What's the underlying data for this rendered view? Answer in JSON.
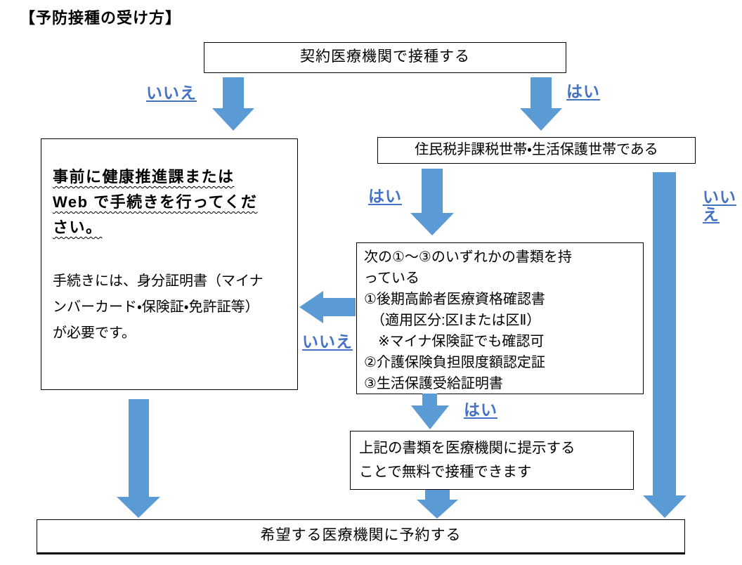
{
  "title": "【予防接種の受け方】",
  "colors": {
    "arrow_blue": "#5B9BD5",
    "label_blue": "#4472C4",
    "box_border": "#000000"
  },
  "boxes": {
    "start": "契約医療機関で接種する",
    "household": "住民税非課税世帯・生活保護世帯である",
    "procedure_main": "事前に健康推進課または\nWeb で手続きを行ってくだ\nさい。",
    "procedure_note": "手続きには、身分証明書（マイナ\nンバーカード・保険証・免許証等）\nが必要です。",
    "documents": "次の①～③のいずれかの書類を持\nっている\n①後期高齢者医療資格確認書\n　（適用区分:区Ⅰまたは区Ⅱ）\n　※マイナ保険証でも確認可\n②介護保険負担限度額認定証\n③生活保護受給証明書",
    "free": "上記の書類を医療機関に提示する\nことで無料で接種できます",
    "reserve": "希望する医療機関に予約する"
  },
  "labels": {
    "start_no": "いいえ",
    "start_yes": "はい",
    "household_yes": "はい",
    "household_no": "いいえ",
    "documents_no": "いいえ",
    "documents_yes": "はい"
  }
}
